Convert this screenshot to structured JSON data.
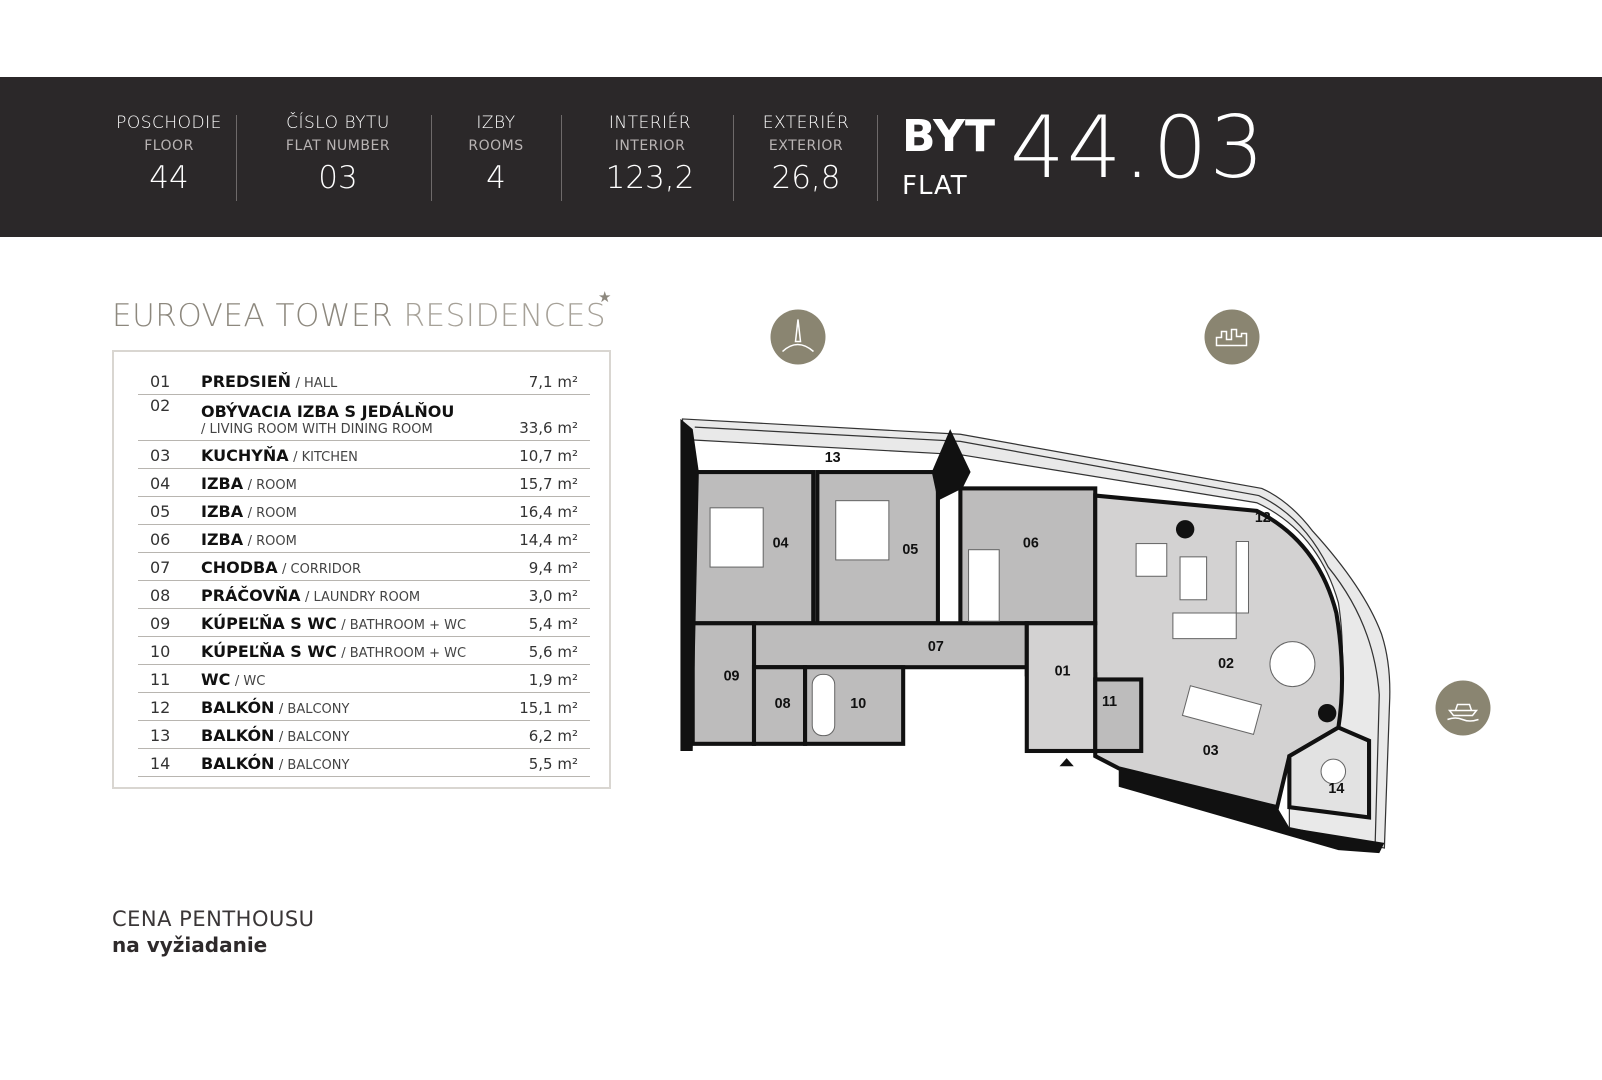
{
  "header": {
    "stats": [
      {
        "label": "POSCHODIE",
        "sub": "FLOOR",
        "value": "44"
      },
      {
        "label": "ČÍSLO BYTU",
        "sub": "FLAT NUMBER",
        "value": "03"
      },
      {
        "label": "IZBY",
        "sub": "ROOMS",
        "value": "4"
      },
      {
        "label": "INTERIÉR",
        "sub": "INTERIOR",
        "value": "123,2"
      },
      {
        "label": "EXTERIÉR",
        "sub": "EXTERIOR",
        "value": "26,8"
      }
    ],
    "byt": "BYT",
    "flat": "FLAT",
    "flat_number": "44.03"
  },
  "brand": {
    "part1": "EUROVEA TOWER",
    "part2": "RESIDENCES",
    "star": "★"
  },
  "unit": "m²",
  "rooms": [
    {
      "no": "01",
      "name": "PREDSIEŇ",
      "en": "/ HALL",
      "area": "7,1"
    },
    {
      "no": "02",
      "name": "OBÝVACIA IZBA S JEDÁLŇOU",
      "en": "/ LIVING ROOM WITH DINING ROOM",
      "area": "33,6"
    },
    {
      "no": "03",
      "name": "KUCHYŇA",
      "en": "/ KITCHEN",
      "area": "10,7"
    },
    {
      "no": "04",
      "name": "IZBA",
      "en": "/ ROOM",
      "area": "15,7"
    },
    {
      "no": "05",
      "name": "IZBA",
      "en": "/ ROOM",
      "area": "16,4"
    },
    {
      "no": "06",
      "name": "IZBA",
      "en": "/ ROOM",
      "area": "14,4"
    },
    {
      "no": "07",
      "name": "CHODBA",
      "en": "/ CORRIDOR",
      "area": "9,4"
    },
    {
      "no": "08",
      "name": "PRÁČOVŇA",
      "en": "/ LAUNDRY ROOM",
      "area": "3,0"
    },
    {
      "no": "09",
      "name": "KÚPEĽŇA S WC",
      "en": "/ BATHROOM + WC",
      "area": "5,4"
    },
    {
      "no": "10",
      "name": "KÚPEĽŇA S WC",
      "en": "/ BATHROOM + WC",
      "area": "5,6"
    },
    {
      "no": "11",
      "name": "WC",
      "en": "/ WC",
      "area": "1,9"
    },
    {
      "no": "12",
      "name": "BALKÓN",
      "en": "/ BALCONY",
      "area": "15,1"
    },
    {
      "no": "13",
      "name": "BALKÓN",
      "en": "/ BALCONY",
      "area": "6,2"
    },
    {
      "no": "14",
      "name": "BALKÓN",
      "en": "/ BALCONY",
      "area": "5,5"
    }
  ],
  "price": {
    "label": "CENA PENTHOUSU",
    "value": "na vyžiadanie"
  },
  "plan_labels": [
    "01",
    "02",
    "03",
    "04",
    "05",
    "06",
    "07",
    "08",
    "09",
    "10",
    "11",
    "12",
    "13",
    "14"
  ],
  "colors": {
    "band": "#2b2829",
    "accent": "#8a8571",
    "room_fill": "#bdbcbc",
    "living_fill": "#d3d2d2"
  }
}
